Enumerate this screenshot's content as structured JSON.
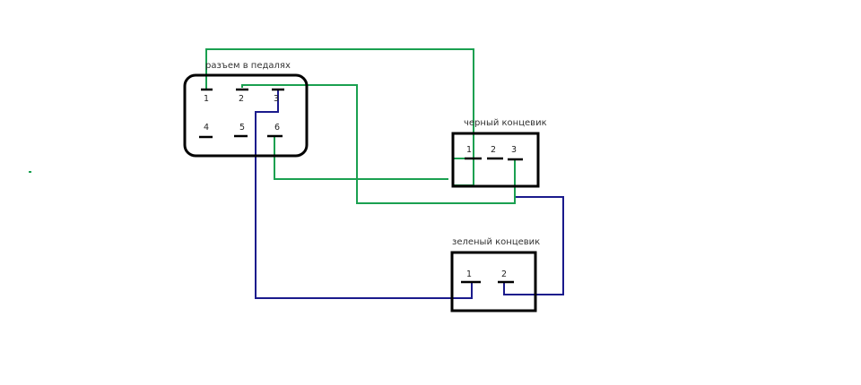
{
  "colors": {
    "green_wire": "#1aa050",
    "blue_wire": "#1a1a8c",
    "outline": "#000000"
  },
  "connectors": {
    "pedal": {
      "label": "разъем в педалях",
      "pins": [
        "1",
        "2",
        "3",
        "4",
        "5",
        "6"
      ]
    },
    "black_switch": {
      "label": "черный концевик",
      "pins": [
        "1",
        "2",
        "3"
      ]
    },
    "green_switch": {
      "label": "зеленый концевик",
      "pins": [
        "1",
        "2"
      ]
    }
  }
}
